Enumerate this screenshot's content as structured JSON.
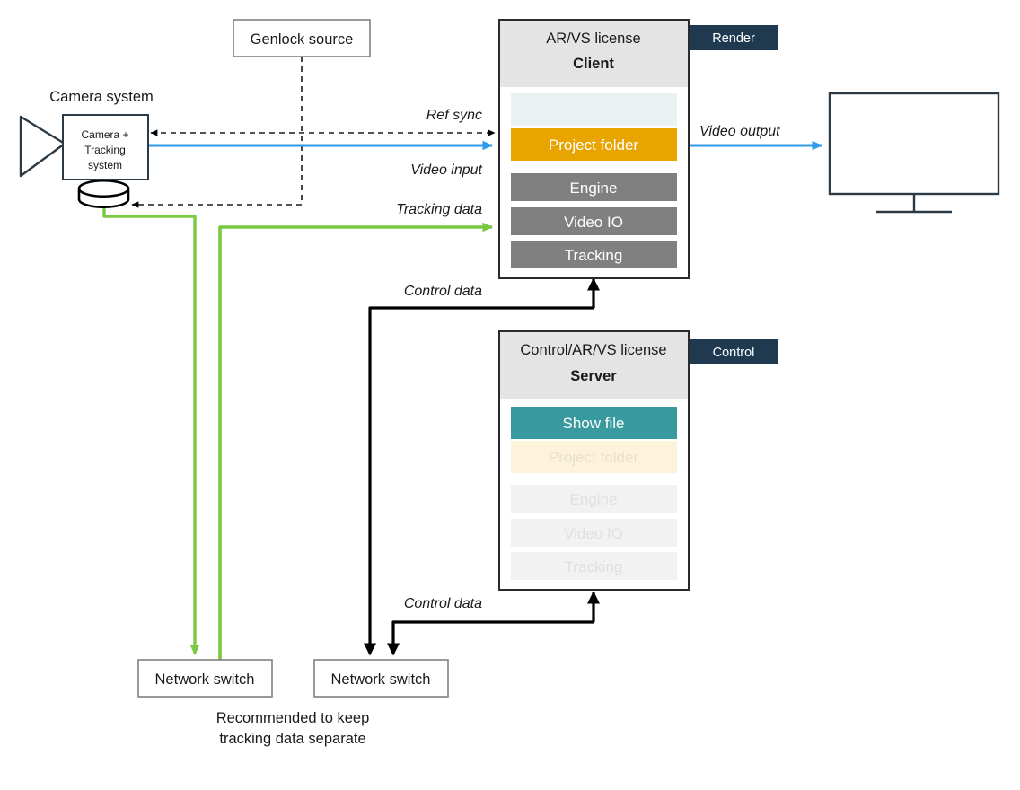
{
  "diagram": {
    "title_labels": {
      "camera_system": "Camera system"
    },
    "nodes": {
      "genlock": {
        "label": "Genlock source"
      },
      "camera_box": {
        "line1": "Camera +",
        "line2": "Tracking",
        "line3": "system"
      },
      "client": {
        "header_line1": "AR/VS license",
        "header_line2": "Client",
        "badge": "Render",
        "slots": [
          {
            "label": "",
            "style": "empty-blue"
          },
          {
            "label": "Project folder",
            "style": "orange"
          },
          {
            "label": "Engine",
            "style": "gray"
          },
          {
            "label": "Video IO",
            "style": "gray"
          },
          {
            "label": "Tracking",
            "style": "gray"
          }
        ]
      },
      "server": {
        "header_line1": "Control/AR/VS license",
        "header_line2": "Server",
        "badge": "Control",
        "slots": [
          {
            "label": "Show file",
            "style": "teal"
          },
          {
            "label": "Project folder",
            "style": "orange-faded"
          },
          {
            "label": "Engine",
            "style": "gray-faded"
          },
          {
            "label": "Video IO",
            "style": "gray-faded"
          },
          {
            "label": "Tracking",
            "style": "gray-faded"
          }
        ]
      },
      "network_switch_left": {
        "label": "Network switch"
      },
      "network_switch_right": {
        "label": "Network switch"
      },
      "monitor": {
        "label": ""
      }
    },
    "edge_labels": {
      "ref_sync": "Ref sync",
      "video_input": "Video input",
      "tracking_data": "Tracking data",
      "video_output": "Video output",
      "control_data_top": "Control data",
      "control_data_bottom": "Control data"
    },
    "caption": {
      "line1": "Recommended to keep",
      "line2": "tracking data separate"
    },
    "colors": {
      "orange": "#e8a400",
      "teal": "#389a9e",
      "gray_slot": "#808080",
      "header_gray": "#e4e4e4",
      "badge_navy": "#1f3a50",
      "blue_line": "#2f9ae8",
      "green_line": "#7ac943",
      "black_line": "#000000",
      "outline_dark": "#2b3a45",
      "outline_gray": "#808080",
      "empty_slot_blue": "#eaf2f3",
      "orange_faded": "#fdf2da",
      "gray_faded": "#f2f2f2"
    }
  }
}
